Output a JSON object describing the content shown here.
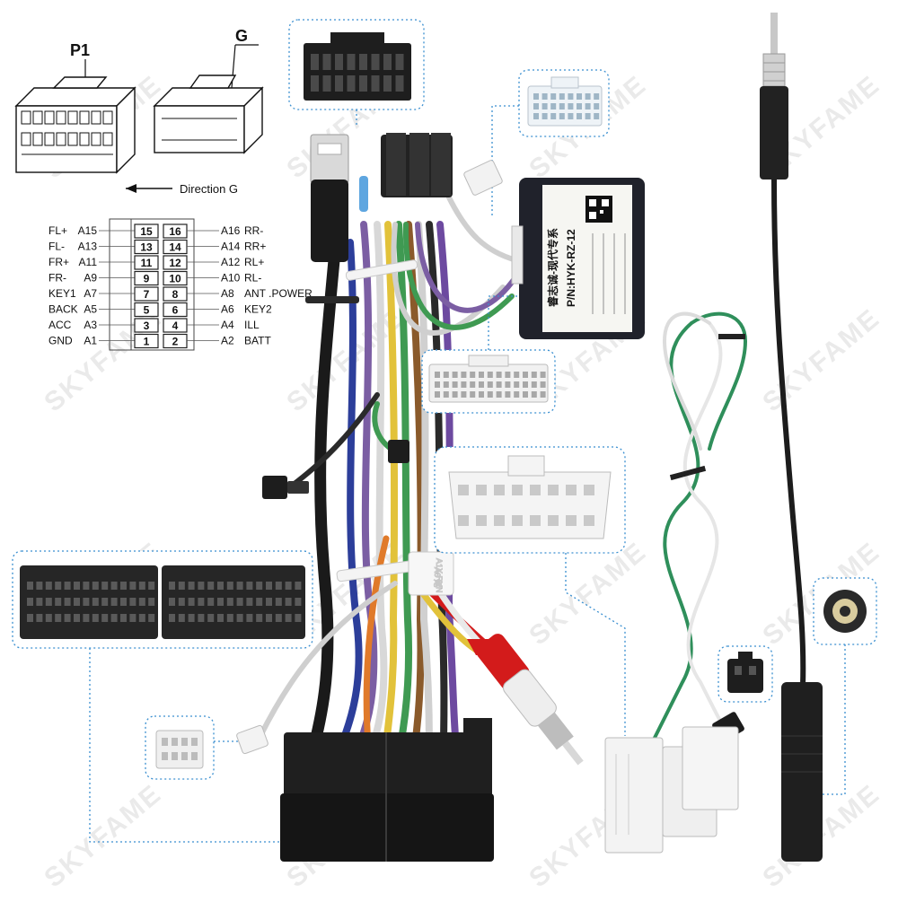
{
  "labels": {
    "p1": "P1",
    "g": "G",
    "direction": "Direction G",
    "module_line1": "睿志诚-现代专系",
    "module_line2": "P/N:HYK-RZ-12",
    "tag_line1": "A1X RYN",
    "tag_line2": "A6 尾"
  },
  "watermark": "SKYFAME",
  "pinout": [
    {
      "left_name": "FL+",
      "left_pin": "A15",
      "left_box": "15",
      "right_box": "16",
      "right_pin": "A16",
      "right_name": "RR-"
    },
    {
      "left_name": "FL-",
      "left_pin": "A13",
      "left_box": "13",
      "right_box": "14",
      "right_pin": "A14",
      "right_name": "RR+"
    },
    {
      "left_name": "FR+",
      "left_pin": "A11",
      "left_box": "11",
      "right_box": "12",
      "right_pin": "A12",
      "right_name": "RL+"
    },
    {
      "left_name": "FR-",
      "left_pin": "A9",
      "left_box": "9",
      "right_box": "10",
      "right_pin": "A10",
      "right_name": "RL-"
    },
    {
      "left_name": "KEY1",
      "left_pin": "A7",
      "left_box": "7",
      "right_box": "8",
      "right_pin": "A8",
      "right_name": "ANT .POWER"
    },
    {
      "left_name": "BACK",
      "left_pin": "A5",
      "left_box": "5",
      "right_box": "6",
      "right_pin": "A6",
      "right_name": "KEY2"
    },
    {
      "left_name": "ACC",
      "left_pin": "A3",
      "left_box": "3",
      "right_box": "4",
      "right_pin": "A4",
      "right_name": "ILL"
    },
    {
      "left_name": "GND",
      "left_pin": "A1",
      "left_box": "1",
      "right_box": "2",
      "right_pin": "A2",
      "right_name": "BATT"
    }
  ],
  "colors": {
    "callout_border": "#3a8fd0",
    "connector_black": "#2a2a2a",
    "connector_white": "#f2f2f2",
    "rca_red": "#d31b1b",
    "wire_green": "#2f8f5b",
    "antenna_gray": "#9a9a9a"
  }
}
